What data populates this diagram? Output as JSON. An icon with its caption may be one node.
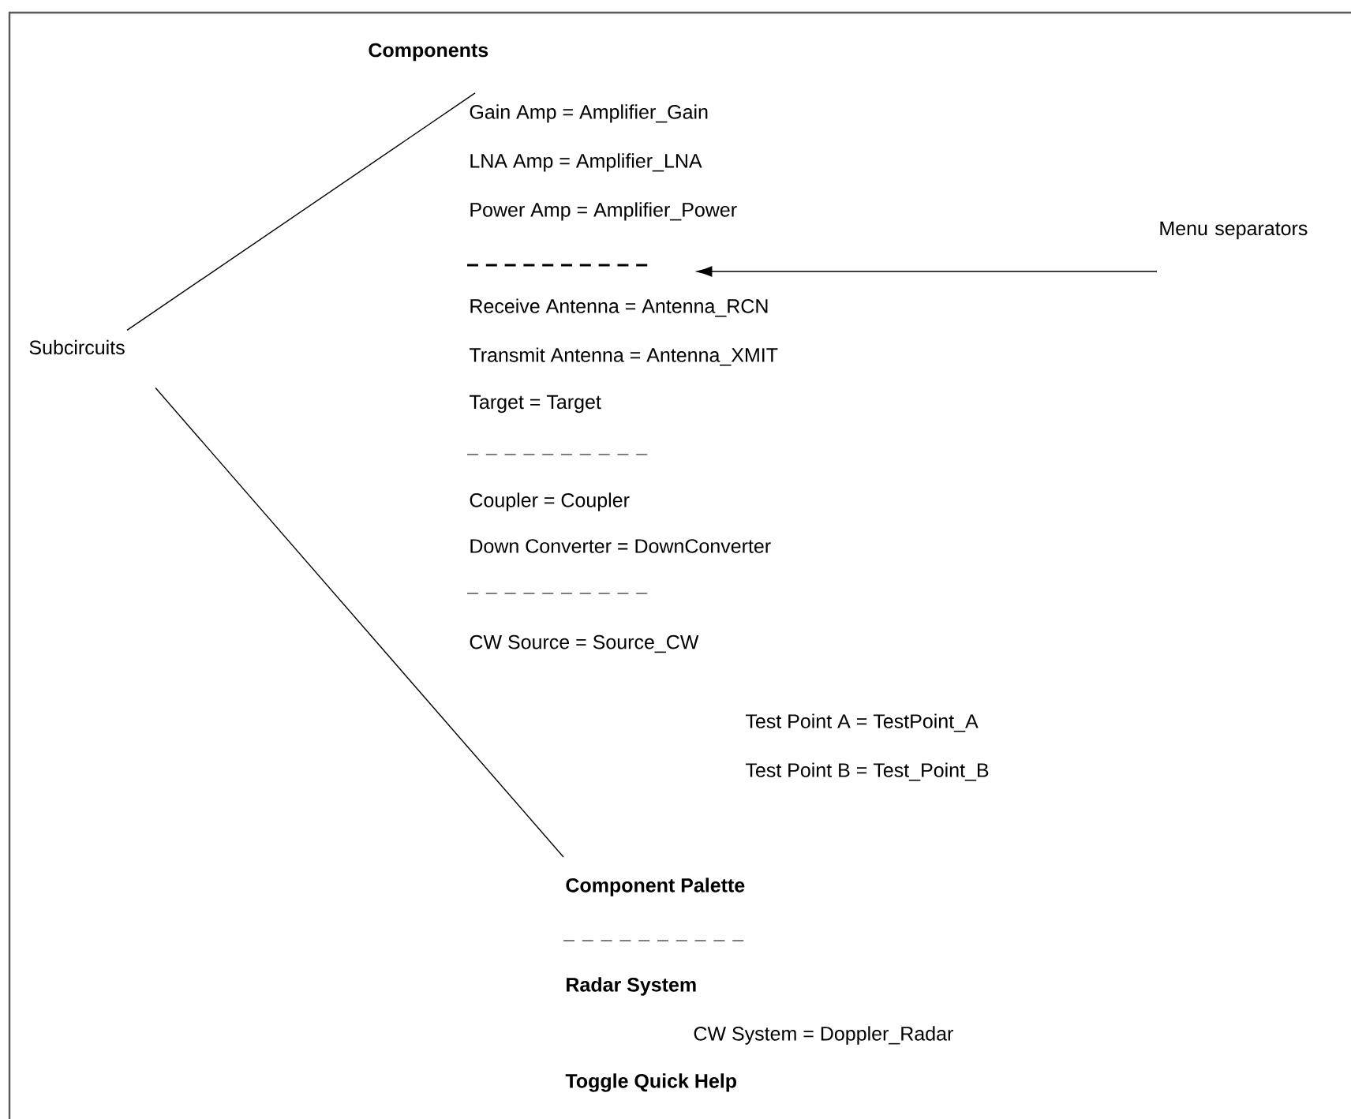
{
  "diagram": {
    "nodes": [
      {
        "text": [
          "Subcircuits"
        ]
      },
      {
        "text": [
          "Gain Amp = Amplifier_Gain"
        ]
      },
      {
        "text": [
          "Component Palette"
        ]
      },
      {
        "text": [
          "Menu separators"
        ]
      },
      {
        "text": [],
        "shape": "bar"
      }
    ],
    "edges": [
      {
        "from": 0,
        "to": 1,
        "arrow": "none"
      },
      {
        "from": 0,
        "to": 2,
        "arrow": "none"
      },
      {
        "from": 3,
        "to": 4,
        "arrow": "to"
      }
    ],
    "labels": [
      "Components",
      "LNA Amp = Amplifier_LNA",
      "Power Amp = Amplifier_Power",
      "Receive Antenna = Antenna_RCN",
      "Transmit Antenna = Antenna_XMIT",
      "Target = Target",
      "Coupler = Coupler",
      "Down Converter = DownConverter",
      "CW Source = Source_CW",
      "Test Point A = TestPoint_A",
      "Test Point B = Test_Point_B",
      "Radar System",
      "CW System = Doppler_Radar",
      "Toggle Quick Help"
    ]
  }
}
